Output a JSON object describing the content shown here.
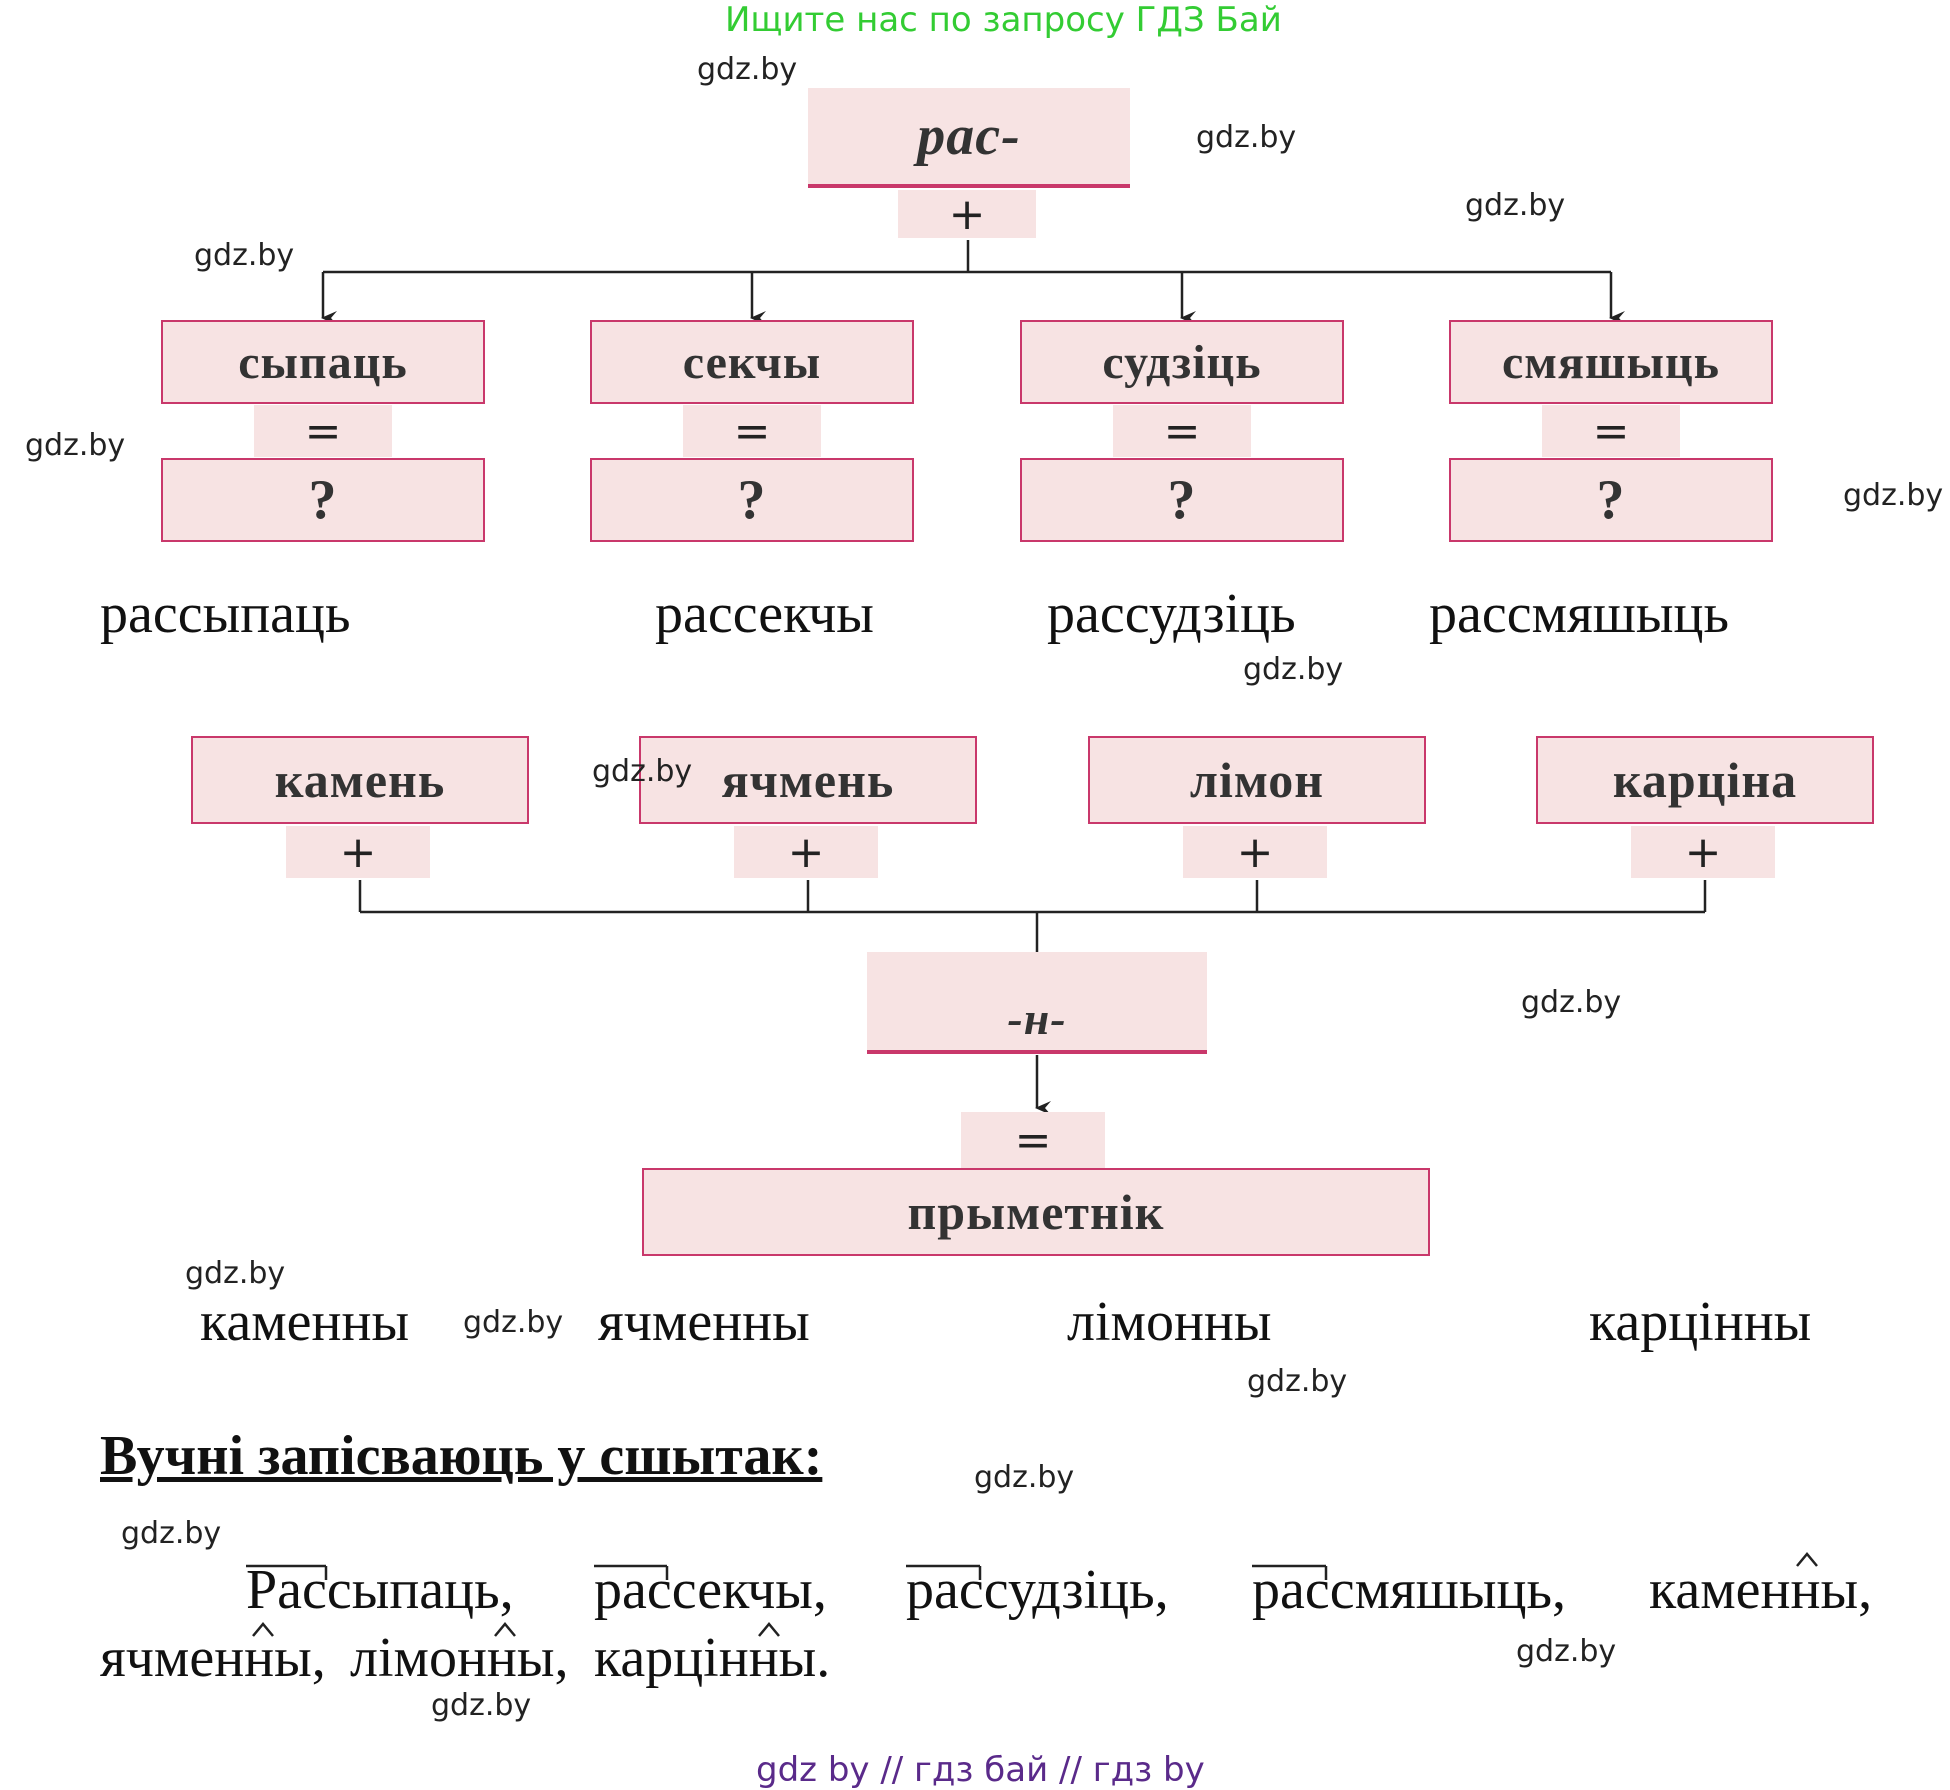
{
  "header": {
    "text": "Ищите нас по запросу ГДЗ Бай"
  },
  "watermark": "gdz.by",
  "top_diagram": {
    "prefix": "рас-",
    "plus": "+",
    "equals": "=",
    "question": "?",
    "words": [
      "сыпаць",
      "секчы",
      "судзіць",
      "смяшыць"
    ],
    "answers": [
      "рассыпаць",
      "рассекчы",
      "рассудзіць",
      "рассмяшыць"
    ]
  },
  "bottom_diagram": {
    "words": [
      "камень",
      "ячмень",
      "лімон",
      "карціна"
    ],
    "plus": "+",
    "suffix": "-н-",
    "equals": "=",
    "result": "прыметнік",
    "answers": [
      "каменны",
      "ячменны",
      "лімонны",
      "карцінны"
    ]
  },
  "notebook": {
    "heading": "Вучні запісваюць у сшытак:",
    "line1": [
      "Рассыпаць,",
      "рассекчы,",
      "рассудзіць,",
      "рассмяшыць,",
      "каменны,"
    ],
    "line2": [
      "ячменны,",
      "лімонны,",
      "карцінны."
    ]
  },
  "footer": {
    "text": "gdz by  //  гдз бай  //  гдз by"
  },
  "colors": {
    "box_fill": "#f7e3e3",
    "box_border": "#c9386b",
    "header": "#33cc33",
    "footer": "#5a2a8a"
  }
}
